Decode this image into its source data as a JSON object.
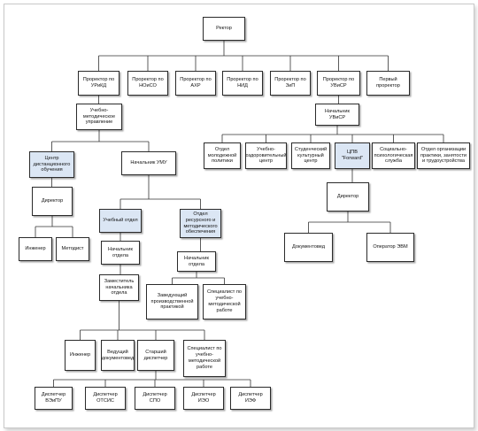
{
  "colors": {
    "highlight": "#dbe6f4",
    "border": "#2b2b2b",
    "line": "#333333"
  },
  "nodes": {
    "rector": "Ректор",
    "pr_uiikd": "Проректор по УРиКД",
    "pr_nio": "Проректор по НОиСО",
    "pr_ahr": "Проректор по АХР",
    "pr_nid": "Проректор по НИД",
    "pr_zip": "Проректор по ЗиП",
    "pr_uvisr": "Проректор по УВиСР",
    "first_pr": "Первый проректор",
    "umu": "Учебно-методическое управление",
    "head_uvisr": "Начальник УВиСР",
    "cdo": "Центр дистанционного обучения",
    "head_umu": "Начальник УМУ",
    "otdel_mp": "Отдел молодежной политики",
    "uoc": "Учебно-оздоровительный центр",
    "skc": "Студенческий культурный центр",
    "cpv": "ЦПВ \"Forward\"",
    "spsl": "Социально-психологическая служба",
    "oopz": "Отдел организации практики, занятости и трудоустройства",
    "dir_cdo": "Директор",
    "dir_cpv": "Директор",
    "engineer_cdo": "Инженер",
    "methodist": "Методист",
    "uch_otdel": "Учебный отдел",
    "orm": "Отдел ресурсного и методического обеспечения",
    "docs": "Документовед",
    "operator": "Оператор ЭВМ",
    "head_uo": "Начальник отдела",
    "head_orm": "Начальник отдела",
    "deputy": "Заместитель начальника отдела",
    "zav_pp": "Заведующий производственной практикой",
    "spec_umr1": "Специалист по учебно-методической работе",
    "engineer2": "Инженер",
    "lead_doc": "Ведущий документовед",
    "senior_disp": "Старший диспетчер",
    "spec_umr2": "Специалист по учебно-методической работе",
    "disp_rpu": "Диспетчер ВЭиПУ",
    "disp_otsis": "Диспетчер ОТСИС",
    "disp_spo": "Диспетчер СПО",
    "disp_iyo": "Диспетчер ИЭО",
    "disp_iep": "Диспетчер ИЭФ"
  }
}
